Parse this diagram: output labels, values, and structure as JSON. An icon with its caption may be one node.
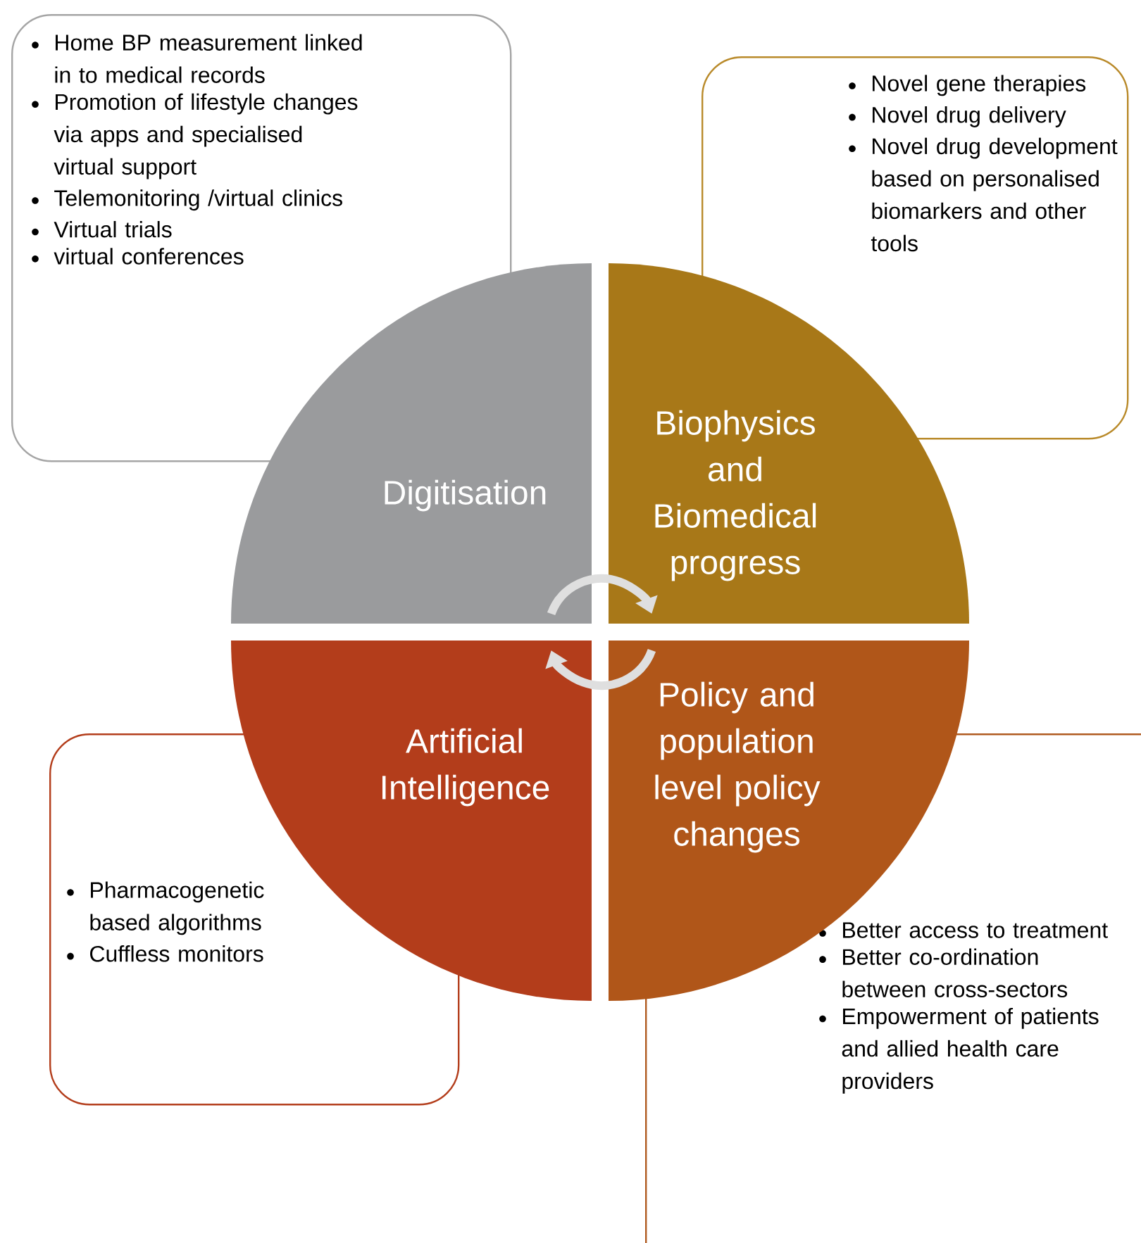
{
  "diagram": {
    "nodes": [
      {
        "text": [
          "Home BP measurement linked in to medical records",
          "Promotion of lifestyle changes via apps and specialised  virtual support",
          "Telemonitoring /virtual clinics",
          "Virtual trials",
          "virtual conferences"
        ]
      },
      {
        "text": [
          "Novel gene therapies",
          "Novel drug delivery",
          "Novel drug development based on  personalised biomarkers and other tools"
        ]
      },
      {
        "text": [
          "Digitisation"
        ]
      },
      {
        "text": [
          "Biophysics and Biomedical progress"
        ]
      },
      {
        "text": [
          "Artificial Intelligence"
        ]
      },
      {
        "text": [
          "Policy and population level policy changes"
        ]
      },
      {
        "text": [
          "Pharmacogenetic based algorithms",
          "Cuffless monitors"
        ]
      },
      {
        "text": [
          "Better access to treatment",
          "Better co-ordination between cross-sectors",
          "Empowerment of patients and allied health care providers"
        ]
      }
    ],
    "edges": [
      {
        "from": 2,
        "to": 3,
        "arrow": "to"
      },
      {
        "from": 5,
        "to": 4,
        "arrow": "to"
      }
    ]
  }
}
